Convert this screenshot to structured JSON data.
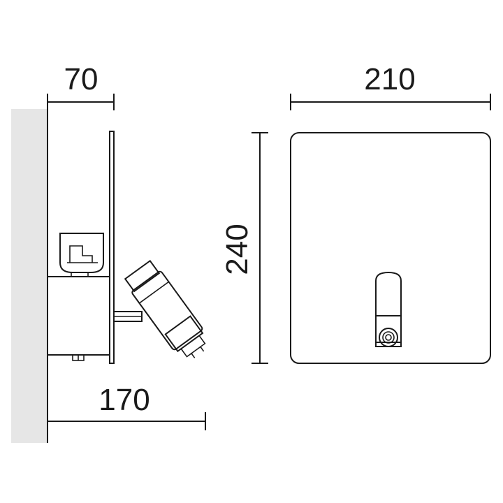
{
  "dimensions": {
    "depth_top": "70",
    "depth_total": "170",
    "width": "210",
    "height": "240"
  },
  "colors": {
    "wall": "#e6e6e6",
    "line": "#1a1a1a",
    "background": "#ffffff"
  }
}
